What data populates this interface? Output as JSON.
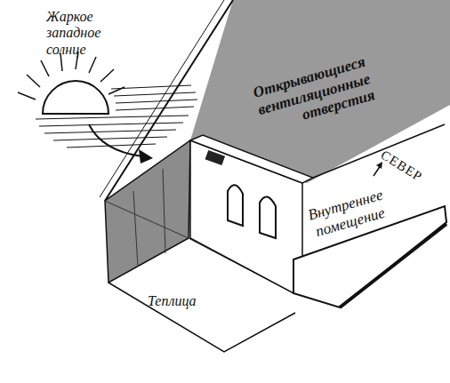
{
  "diagram": {
    "labels": [
      "Жаркое западное солнце",
      "Открывающиеся вентиляционные отверстия",
      "СЕВЕР",
      "Внутреннее помещение",
      "Теплица"
    ]
  }
}
